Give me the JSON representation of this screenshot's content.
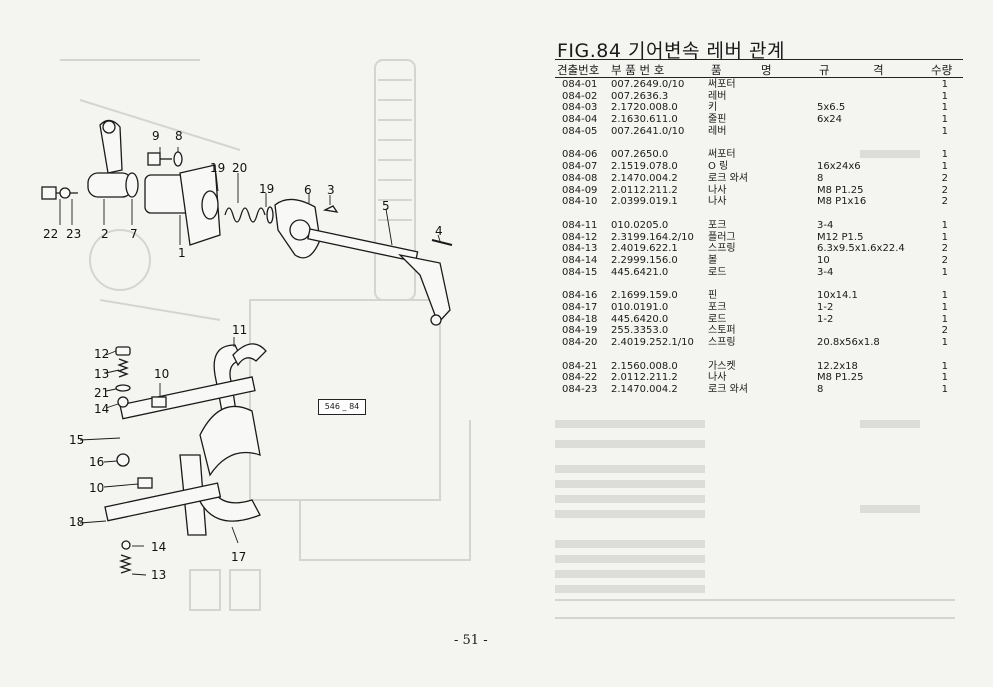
{
  "figure": {
    "title": "FIG.84 기어변속 레버 관계",
    "ref_code": "546 _ 84",
    "callouts": [
      "9",
      "8",
      "19",
      "20",
      "19",
      "6",
      "3",
      "5",
      "4",
      "22",
      "23",
      "2",
      "7",
      "1",
      "11",
      "12",
      "13",
      "21",
      "10",
      "14",
      "15",
      "16",
      "10",
      "18",
      "17",
      "14",
      "13"
    ]
  },
  "table": {
    "headers": {
      "col1": "견출번호",
      "col2": "부 품 번 호",
      "col3": "품",
      "col3b": "명",
      "col4": "규",
      "col4b": "격",
      "col5": "수량"
    },
    "groups": [
      [
        {
          "no": "084-01",
          "part": "007.2649.0/10",
          "name": "써포터",
          "spec": "",
          "qty": "1"
        },
        {
          "no": "084-02",
          "part": "007.2636.3",
          "name": "레버",
          "spec": "",
          "qty": "1"
        },
        {
          "no": "084-03",
          "part": "2.1720.008.0",
          "name": "키",
          "spec": "5x6.5",
          "qty": "1"
        },
        {
          "no": "084-04",
          "part": "2.1630.611.0",
          "name": "줄핀",
          "spec": "6x24",
          "qty": "1"
        },
        {
          "no": "084-05",
          "part": "007.2641.0/10",
          "name": "레버",
          "spec": "",
          "qty": "1"
        }
      ],
      [
        {
          "no": "084-06",
          "part": "007.2650.0",
          "name": "써포터",
          "spec": "",
          "qty": "1"
        },
        {
          "no": "084-07",
          "part": "2.1519.078.0",
          "name": "O 링",
          "spec": "16x24x6",
          "qty": "1"
        },
        {
          "no": "084-08",
          "part": "2.1470.004.2",
          "name": "로크 와셔",
          "spec": "8",
          "qty": "2"
        },
        {
          "no": "084-09",
          "part": "2.0112.211.2",
          "name": "나사",
          "spec": "M8 P1.25",
          "qty": "2"
        },
        {
          "no": "084-10",
          "part": "2.0399.019.1",
          "name": "나사",
          "spec": "M8 P1x16",
          "qty": "2"
        }
      ],
      [
        {
          "no": "084-11",
          "part": "010.0205.0",
          "name": "포크",
          "spec": "3-4",
          "qty": "1"
        },
        {
          "no": "084-12",
          "part": "2.3199.164.2/10",
          "name": "플러그",
          "spec": "M12 P1.5",
          "qty": "1"
        },
        {
          "no": "084-13",
          "part": "2.4019.622.1",
          "name": "스프링",
          "spec": "6.3x9.5x1.6x22.4",
          "qty": "2"
        },
        {
          "no": "084-14",
          "part": "2.2999.156.0",
          "name": "볼",
          "spec": "10",
          "qty": "2"
        },
        {
          "no": "084-15",
          "part": "445.6421.0",
          "name": "로드",
          "spec": "3-4",
          "qty": "1"
        }
      ],
      [
        {
          "no": "084-16",
          "part": "2.1699.159.0",
          "name": "핀",
          "spec": "10x14.1",
          "qty": "1"
        },
        {
          "no": "084-17",
          "part": "010.0191.0",
          "name": "포크",
          "spec": "1-2",
          "qty": "1"
        },
        {
          "no": "084-18",
          "part": "445.6420.0",
          "name": "로드",
          "spec": "1-2",
          "qty": "1"
        },
        {
          "no": "084-19",
          "part": "255.3353.0",
          "name": "스토퍼",
          "spec": "",
          "qty": "2"
        },
        {
          "no": "084-20",
          "part": "2.4019.252.1/10",
          "name": "스프링",
          "spec": "20.8x56x1.8",
          "qty": "1"
        }
      ],
      [
        {
          "no": "084-21",
          "part": "2.1560.008.0",
          "name": "가스켓",
          "spec": "12.2x18",
          "qty": "1"
        },
        {
          "no": "084-22",
          "part": "2.0112.211.2",
          "name": "나사",
          "spec": "M8 P1.25",
          "qty": "1"
        },
        {
          "no": "084-23",
          "part": "2.1470.004.2",
          "name": "로크 와셔",
          "spec": "8",
          "qty": "1"
        }
      ]
    ]
  },
  "page_number": "- 51 -"
}
